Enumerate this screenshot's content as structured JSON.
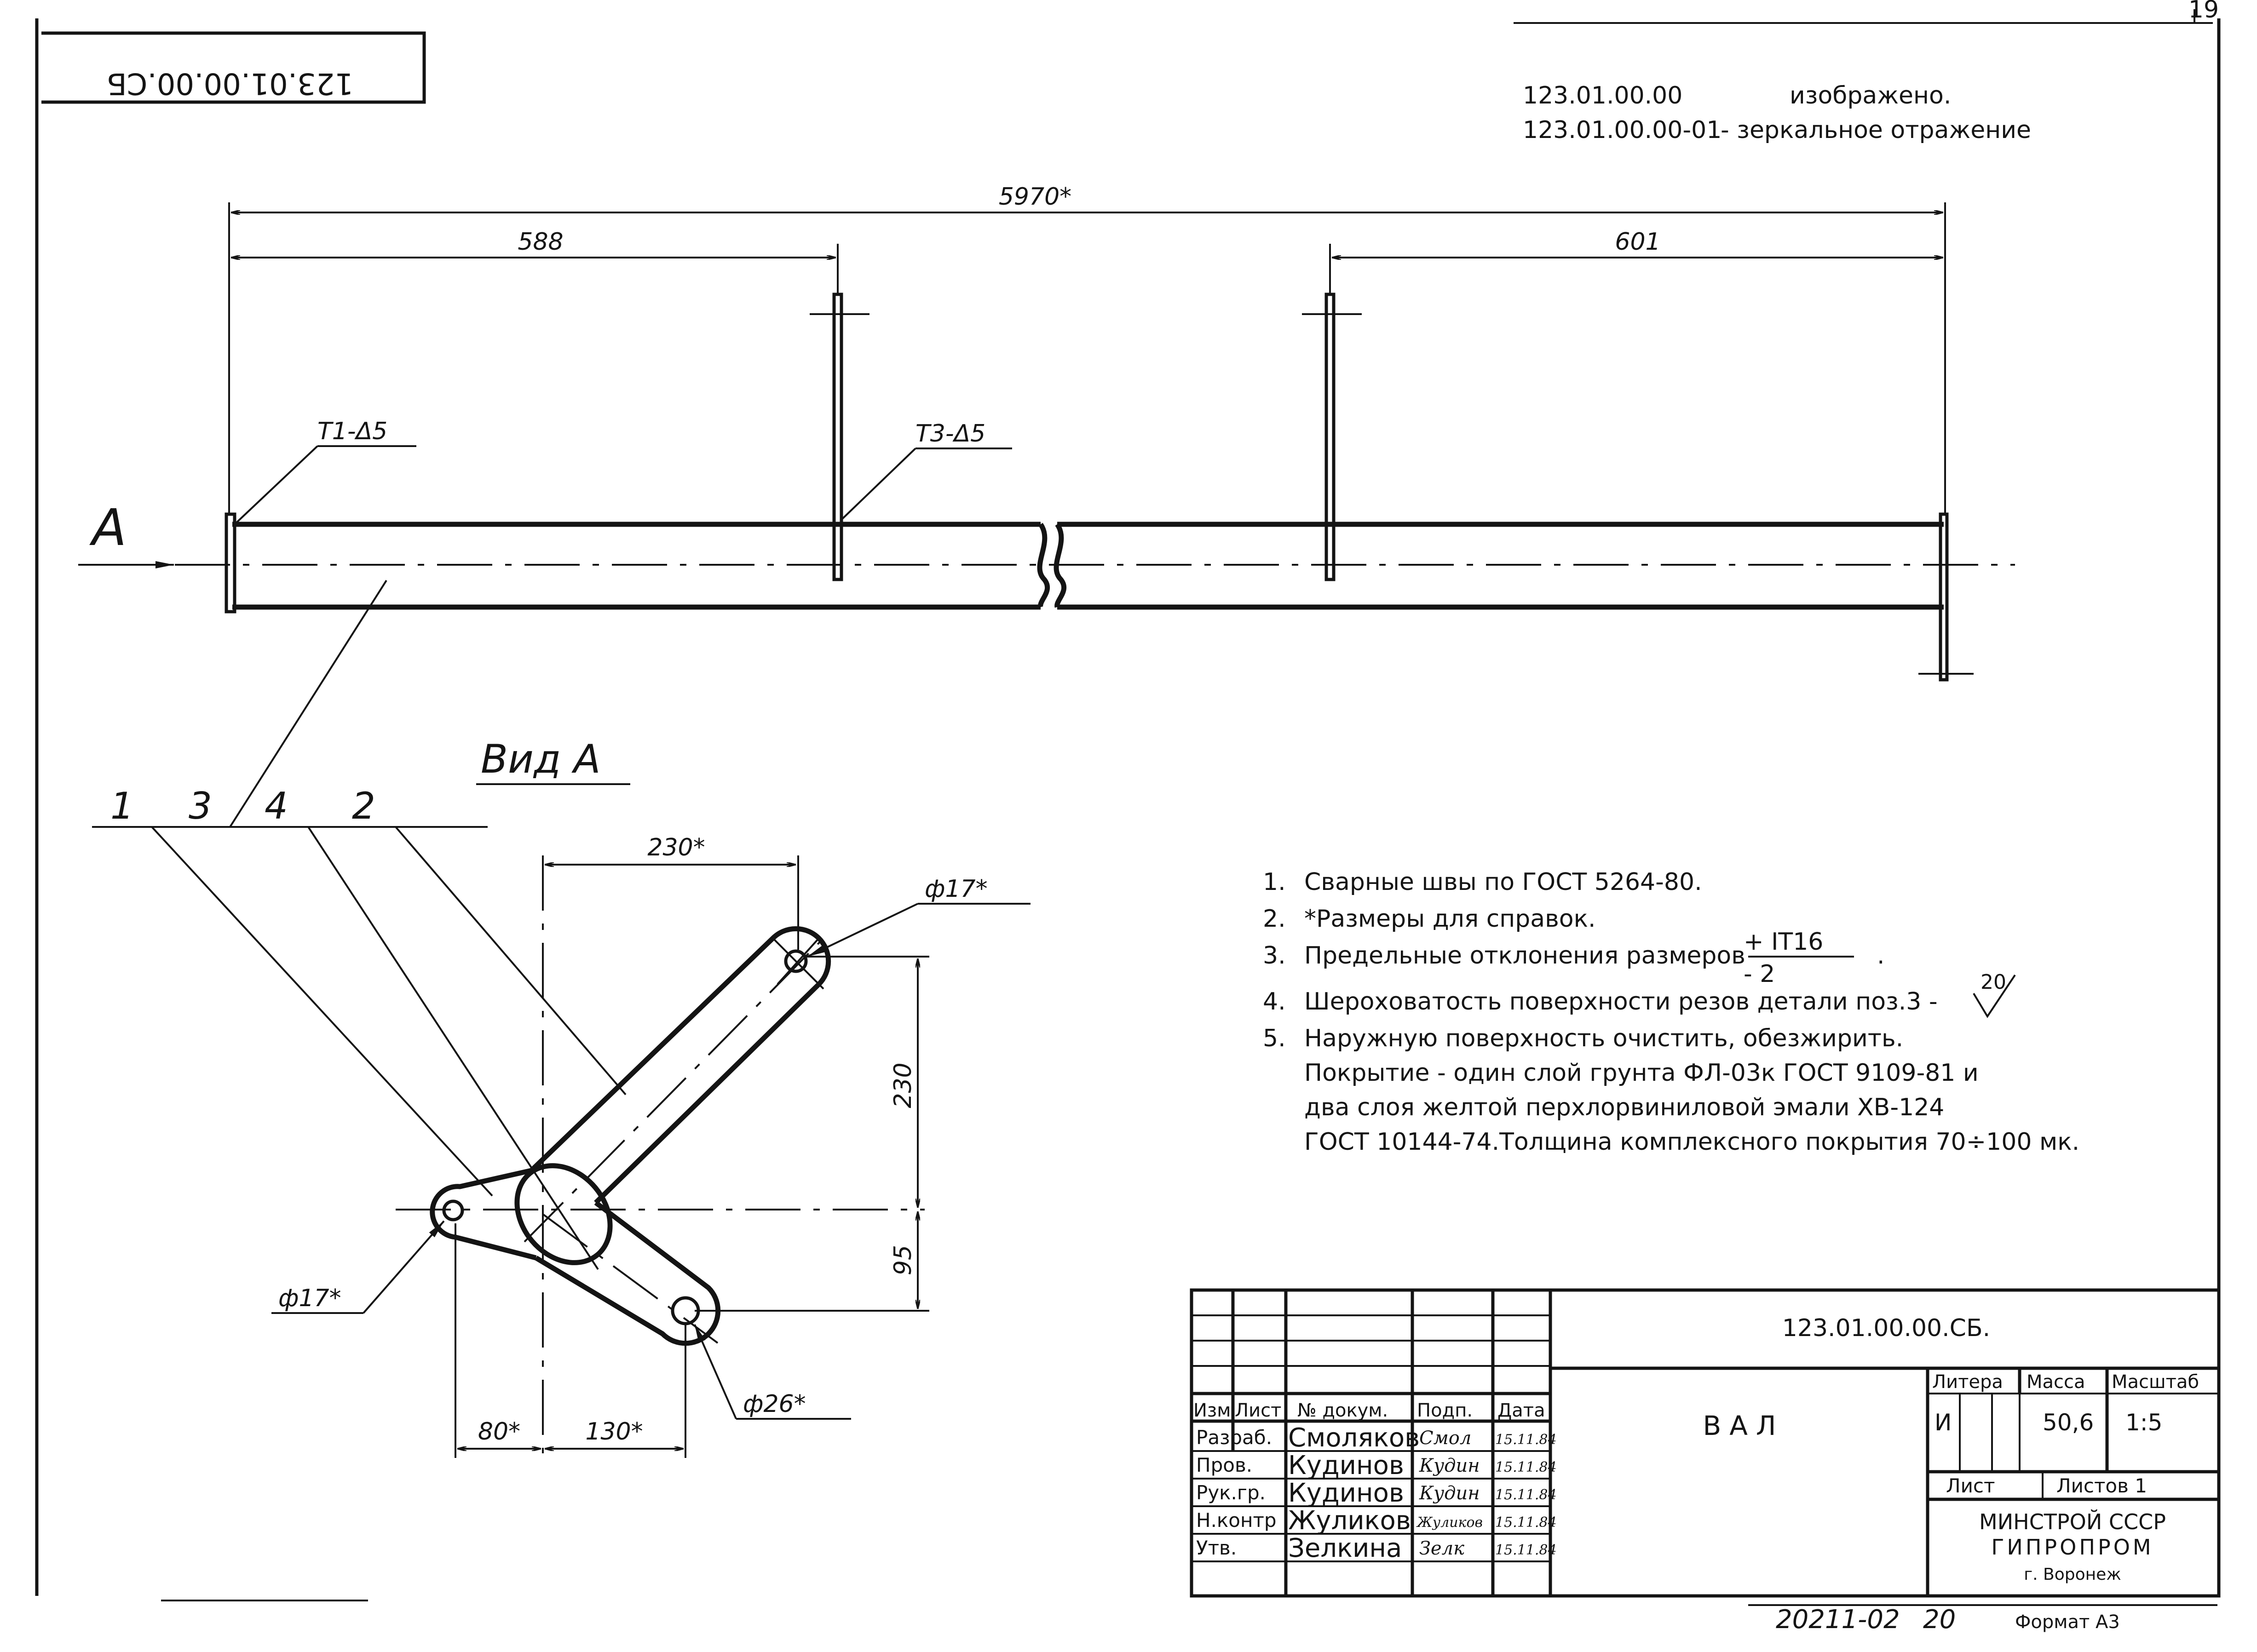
{
  "sheet": {
    "number": "19",
    "rotated_code": "123.01.00.00.СБ",
    "bottom_code": "20211-02",
    "bottom_page": "20",
    "format": "Формат А3"
  },
  "variants": [
    {
      "code": "123.01.00.00",
      "text": "изображено."
    },
    {
      "code": "123.01.00.00-01",
      "text": "- зеркальное отражение"
    }
  ],
  "dims": {
    "overall": "5970*",
    "left": "588",
    "right": "601",
    "arm_horizontal": "230*",
    "arm_vertical": "230",
    "lower_vertical": "95",
    "bottom_left": "80*",
    "bottom_right": "130*",
    "hole_top": "ф17*",
    "hole_left": "ф17*",
    "hole_bottom": "ф26*"
  },
  "welds": {
    "left": "Т1-Δ5",
    "middle": "Т3-Δ5"
  },
  "view_arrow": "А",
  "view_title": "Вид А",
  "positions": [
    "1",
    "3",
    "4",
    "2"
  ],
  "notes": [
    {
      "num": "1.",
      "text": "Сварные швы по ГОСТ 5264-80."
    },
    {
      "num": "2.",
      "text": "*Размеры для справок."
    },
    {
      "num": "3.",
      "text": "Предельные отклонения размеров",
      "frac_num": "+ IT16",
      "frac_den": "- 2",
      "tail": "."
    },
    {
      "num": "4.",
      "text": "Шероховатость поверхности резов детали поз.3 -",
      "roughness": "20"
    },
    {
      "num": "5.",
      "text": "Наружную поверхность очистить, обезжирить."
    },
    {
      "num": "",
      "text": "Покрытие - один слой грунта ФЛ-03к ГОСТ 9109-81 и"
    },
    {
      "num": "",
      "text": "два слоя желтой перхлорвиниловой эмали ХВ-124"
    },
    {
      "num": "",
      "text": "ГОСТ 10144-74.Толщина комплексного покрытия 70÷100 мк."
    }
  ],
  "title_block": {
    "doc_code": "123.01.00.00.СБ.",
    "name": "ВАЛ",
    "headers": {
      "izm": "Изм",
      "list": "Лист",
      "doc": "№ докум.",
      "sign": "Подп.",
      "date": "Дата"
    },
    "rows": [
      {
        "role": "Разраб.",
        "name": "Смоляков",
        "sign": "Смол",
        "date": "15.11.84"
      },
      {
        "role": "Пров.",
        "name": "Кудинов",
        "sign": "Кудин",
        "date": "15.11.84"
      },
      {
        "role": "Рук.гр.",
        "name": "Кудинов",
        "sign": "Кудин",
        "date": "15.11.84"
      },
      {
        "role": "Н.контр",
        "name": "Жуликов",
        "sign": "Жуликов",
        "date": "15.11.84"
      },
      {
        "role": "Утв.",
        "name": "Зелкина",
        "sign": "Зелк",
        "date": "15.11.84"
      }
    ],
    "litera_label": "Литера",
    "mass_label": "Масса",
    "scale_label": "Масштаб",
    "litera": "И",
    "mass": "50,6",
    "scale": "1:5",
    "sheet_label": "Лист",
    "sheets_label": "Листов 1",
    "org1": "МИНСТРОЙ СССР",
    "org2": "ГИПРОПРОМ",
    "org3": "г. Воронеж"
  }
}
